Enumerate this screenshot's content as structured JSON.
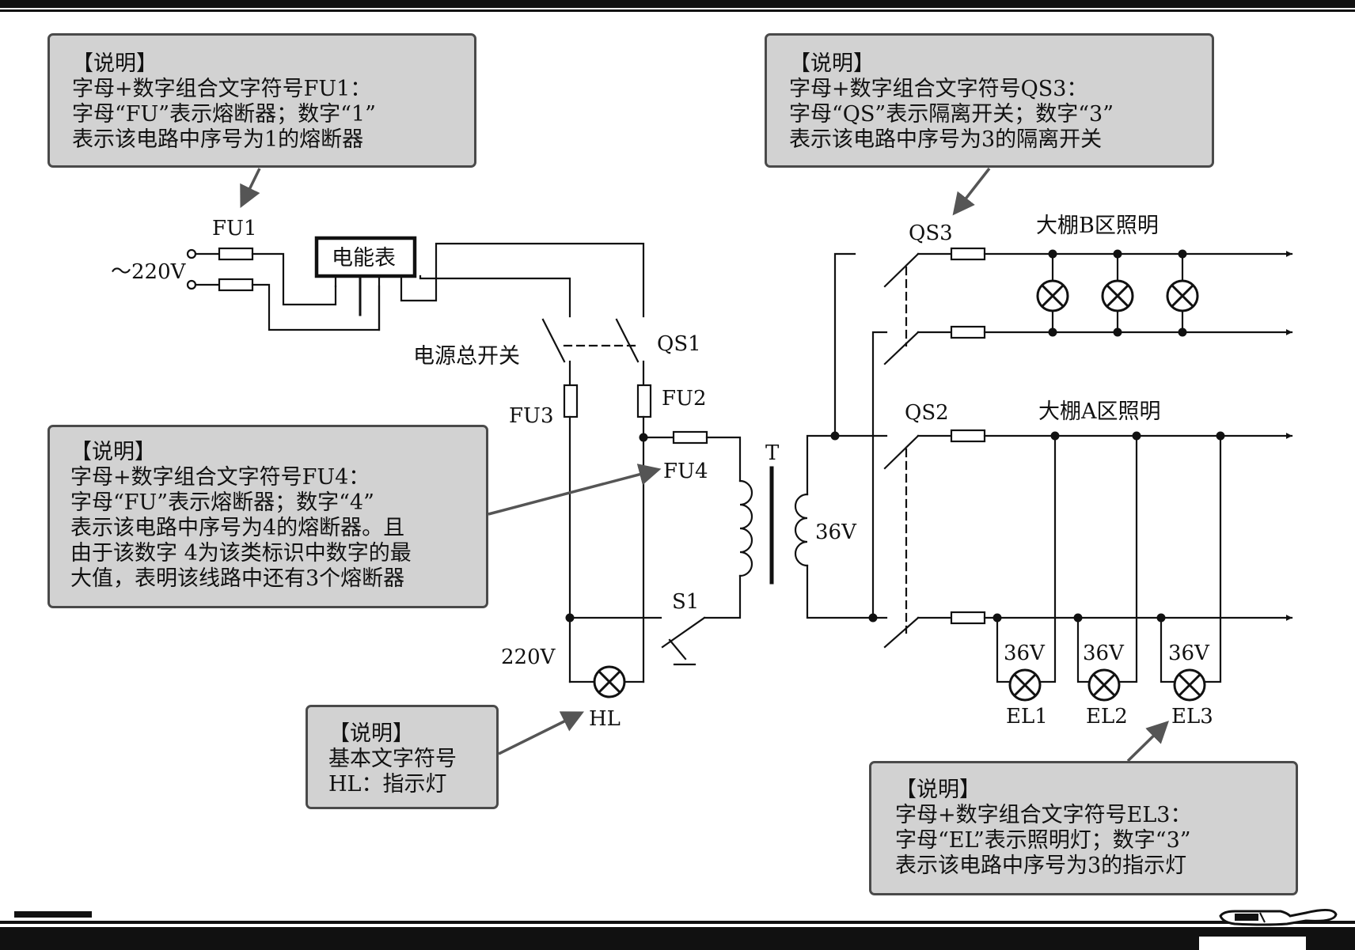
{
  "notes": {
    "fu1": {
      "header": "【说明】",
      "lines": [
        "字母+数字组合文字符号FU1：",
        "字母“FU”表示熔断器；数字“1”",
        "表示该电路中序号为1的熔断器"
      ]
    },
    "qs3": {
      "header": "【说明】",
      "lines": [
        "字母+数字组合文字符号QS3：",
        "字母“QS”表示隔离开关；数字“3”",
        "表示该电路中序号为3的隔离开关"
      ]
    },
    "fu4": {
      "header": "【说明】",
      "lines": [
        "字母+数字组合文字符号FU4：",
        "字母“FU”表示熔断器；数字“4”",
        "表示该电路中序号为4的熔断器。且",
        "由于该数字 4为该类标识中数字的最",
        "大值，表明该线路中还有3个熔断器"
      ]
    },
    "hl": {
      "header": "【说明】",
      "lines": [
        "基本文字符号",
        "HL：指示灯"
      ]
    },
    "el3": {
      "header": "【说明】",
      "lines": [
        "字母+数字组合文字符号EL3：",
        "字母“EL”表示照明灯；数字“3”",
        "表示该电路中序号为3的指示灯"
      ]
    }
  },
  "labels": {
    "fu1": "FU1",
    "supply": "～220V",
    "meter": "电能表",
    "main_switch": "电源总开关",
    "qs1": "QS1",
    "fu3": "FU3",
    "fu2": "FU2",
    "fu4": "FU4",
    "t": "T",
    "v36_secondary": "36V",
    "s1": "S1",
    "v220": "220V",
    "hl": "HL",
    "qs3": "QS3",
    "zone_b": "大棚B区照明",
    "qs2": "QS2",
    "zone_a": "大棚A区照明",
    "el1_v": "36V",
    "el2_v": "36V",
    "el3_v": "36V",
    "el1": "EL1",
    "el2": "EL2",
    "el3": "EL3"
  },
  "colors": {
    "note_fill": "#d2d2d2",
    "note_border": "#4a4a4a",
    "pointer_arrow": "#555555",
    "wire": "#111111"
  }
}
